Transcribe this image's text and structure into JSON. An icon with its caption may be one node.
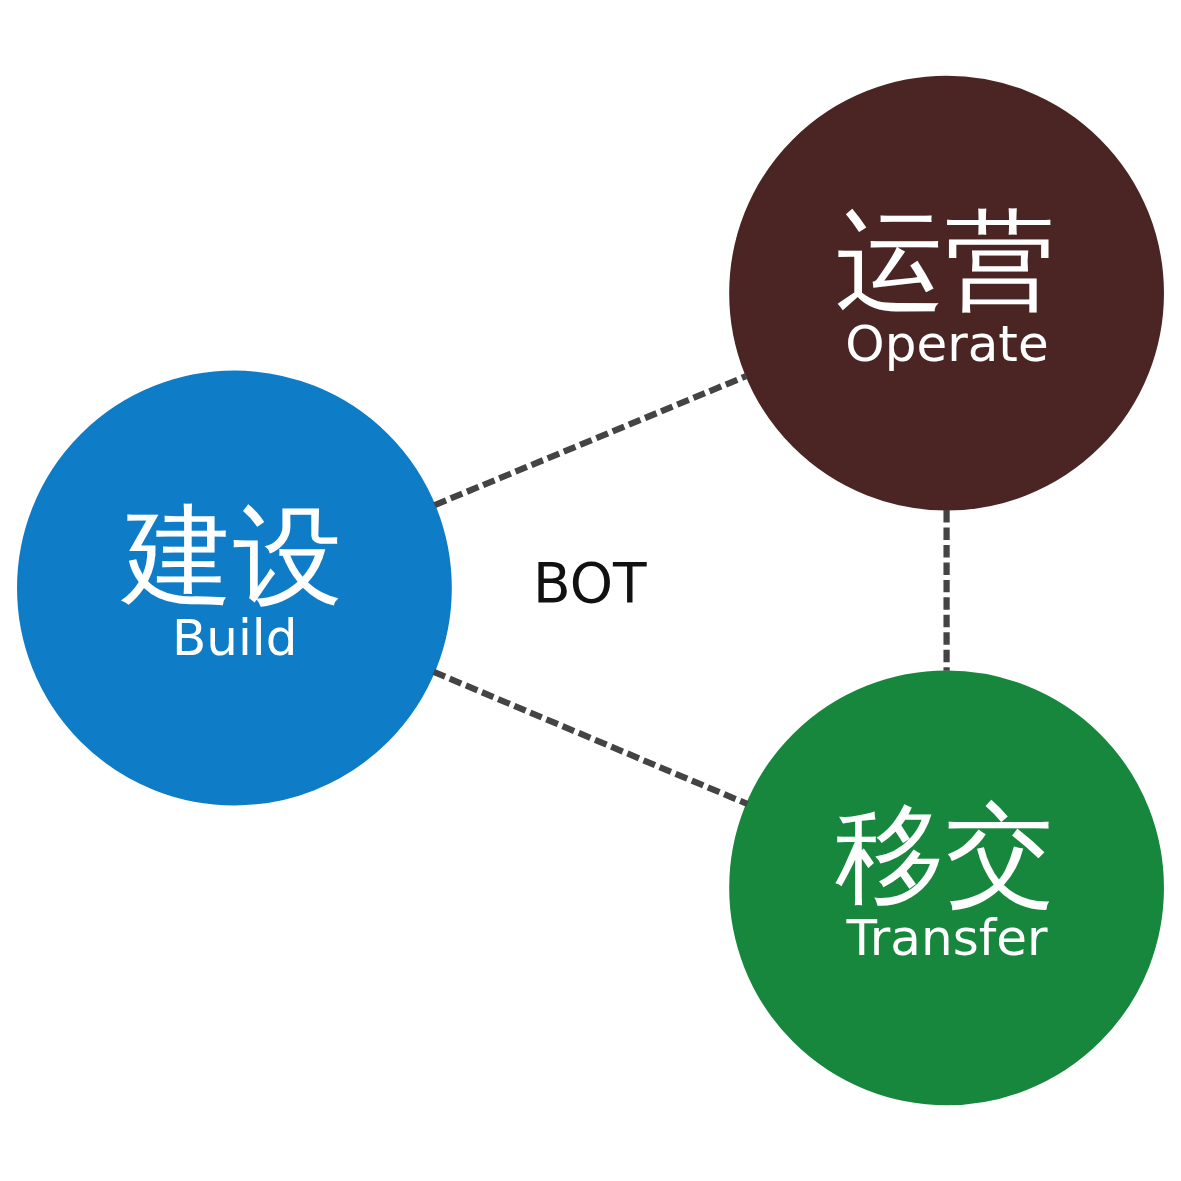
{
  "diagram": {
    "nodes": [
      {
        "text": [
          "建设",
          "Build"
        ]
      },
      {
        "text": [
          "运营",
          "Operate"
        ]
      },
      {
        "text": [
          "移交",
          "Transfer"
        ]
      }
    ],
    "edges": [
      {
        "from": 0,
        "to": 1,
        "arrow": "none",
        "style": "dashed"
      },
      {
        "from": 1,
        "to": 2,
        "arrow": "none",
        "style": "dashed"
      },
      {
        "from": 0,
        "to": 2,
        "arrow": "none",
        "style": "dashed"
      }
    ],
    "labels": [
      "BOT"
    ]
  }
}
